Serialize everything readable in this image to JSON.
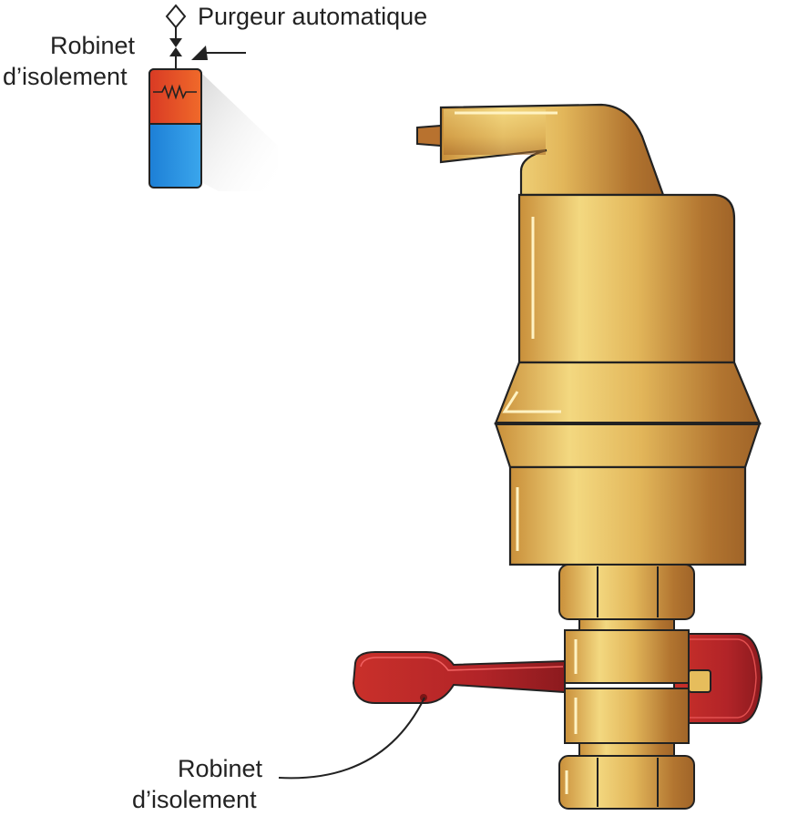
{
  "labels": {
    "air_vent": "Purgeur automatique",
    "isolation_valve_schematic_line1": "Robinet",
    "isolation_valve_schematic_line2": "d’isolement",
    "isolation_valve_callout_line1": "Robinet",
    "isolation_valve_callout_line2": "d’isolement"
  },
  "colors": {
    "brass_light": "#f0d27a",
    "brass_mid": "#d8a84a",
    "brass_dark": "#a86a2a",
    "handle_red": "#c0282a",
    "handle_dark": "#8e1a1c",
    "tank_hot": "#e8452a",
    "tank_cold": "#2a8fe0",
    "outline": "#222222"
  },
  "icons": [
    "air-vent-diamond-symbol",
    "valve-bowtie-symbol",
    "pointer-arrow",
    "tank-heater-symbol"
  ]
}
